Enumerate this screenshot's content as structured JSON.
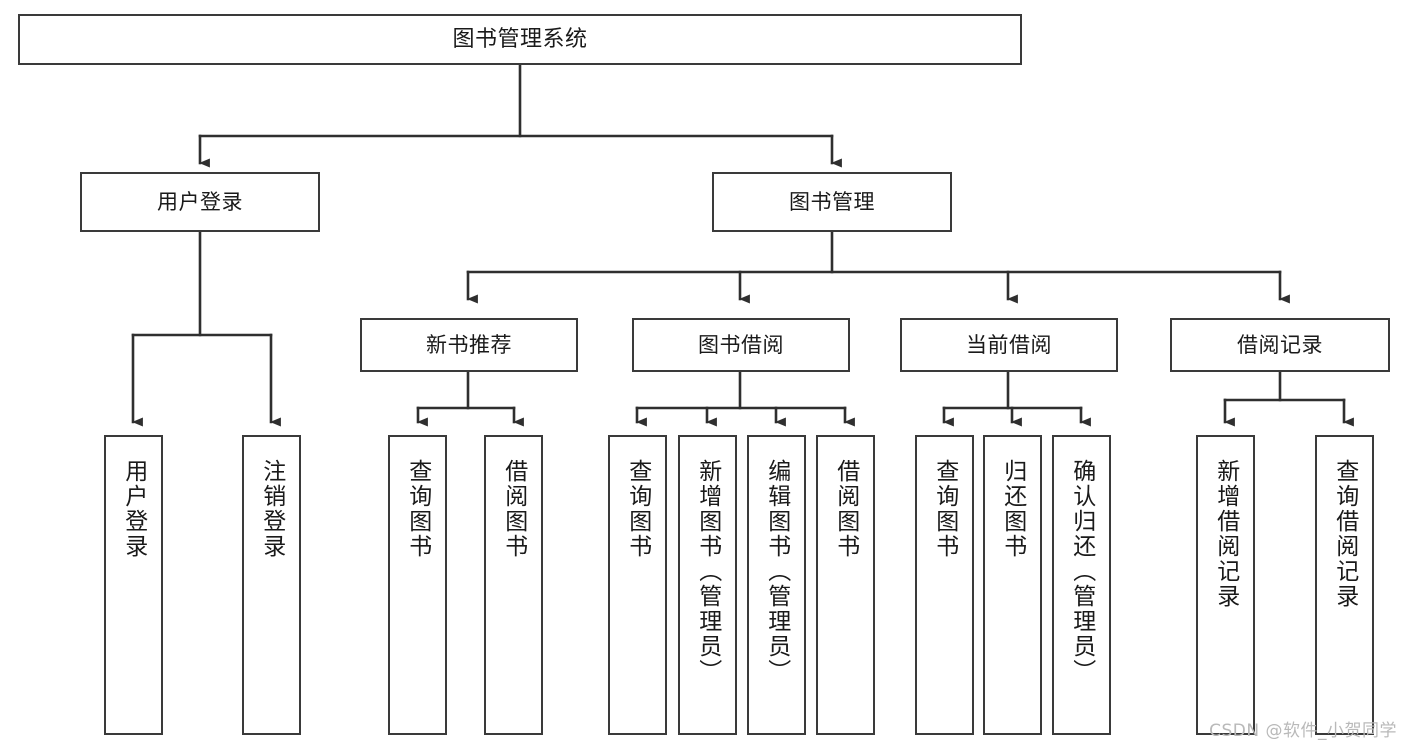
{
  "diagram": {
    "title": "图书管理系统",
    "type": "hierarchy-tree",
    "watermark": "CSDN @软件_小贺同学",
    "colors": {
      "box_border": "#3a3a3a",
      "box_fill": "#ffffff",
      "connector": "#2f2f2f",
      "text": "#1a1a1a",
      "watermark": "#b9b9b9",
      "background": "#ffffff"
    }
  },
  "nodes": {
    "root": {
      "label": "图书管理系统",
      "level": 0
    },
    "level1": [
      {
        "id": "user-login",
        "label": "用户登录"
      },
      {
        "id": "book-manage",
        "label": "图书管理"
      }
    ],
    "level2": [
      {
        "id": "new-book-recommend",
        "label": "新书推荐",
        "parent": "book-manage"
      },
      {
        "id": "book-borrow",
        "label": "图书借阅",
        "parent": "book-manage"
      },
      {
        "id": "current-borrow",
        "label": "当前借阅",
        "parent": "book-manage"
      },
      {
        "id": "borrow-record",
        "label": "借阅记录",
        "parent": "book-manage"
      }
    ],
    "leaves": [
      {
        "id": "leaf-user-login",
        "label": "用户登录",
        "parent": "user-login"
      },
      {
        "id": "leaf-logout-login",
        "label": "注销登录",
        "parent": "user-login"
      },
      {
        "id": "leaf-query-book-1",
        "label": "查询图书",
        "parent": "new-book-recommend"
      },
      {
        "id": "leaf-borrow-book-1",
        "label": "借阅图书",
        "parent": "new-book-recommend"
      },
      {
        "id": "leaf-query-book-2",
        "label": "查询图书",
        "parent": "book-borrow"
      },
      {
        "id": "leaf-add-book",
        "label": "新增图书（管理员）",
        "parent": "book-borrow"
      },
      {
        "id": "leaf-edit-book",
        "label": "编辑图书（管理员）",
        "parent": "book-borrow"
      },
      {
        "id": "leaf-borrow-book-2",
        "label": "借阅图书",
        "parent": "book-borrow"
      },
      {
        "id": "leaf-query-book-3",
        "label": "查询图书",
        "parent": "current-borrow"
      },
      {
        "id": "leaf-return-book",
        "label": "归还图书",
        "parent": "current-borrow"
      },
      {
        "id": "leaf-confirm-return",
        "label": "确认归还（管理员）",
        "parent": "current-borrow"
      },
      {
        "id": "leaf-add-record",
        "label": "新增借阅记录",
        "parent": "borrow-record"
      },
      {
        "id": "leaf-query-record",
        "label": "查询借阅记录",
        "parent": "borrow-record"
      }
    ]
  }
}
